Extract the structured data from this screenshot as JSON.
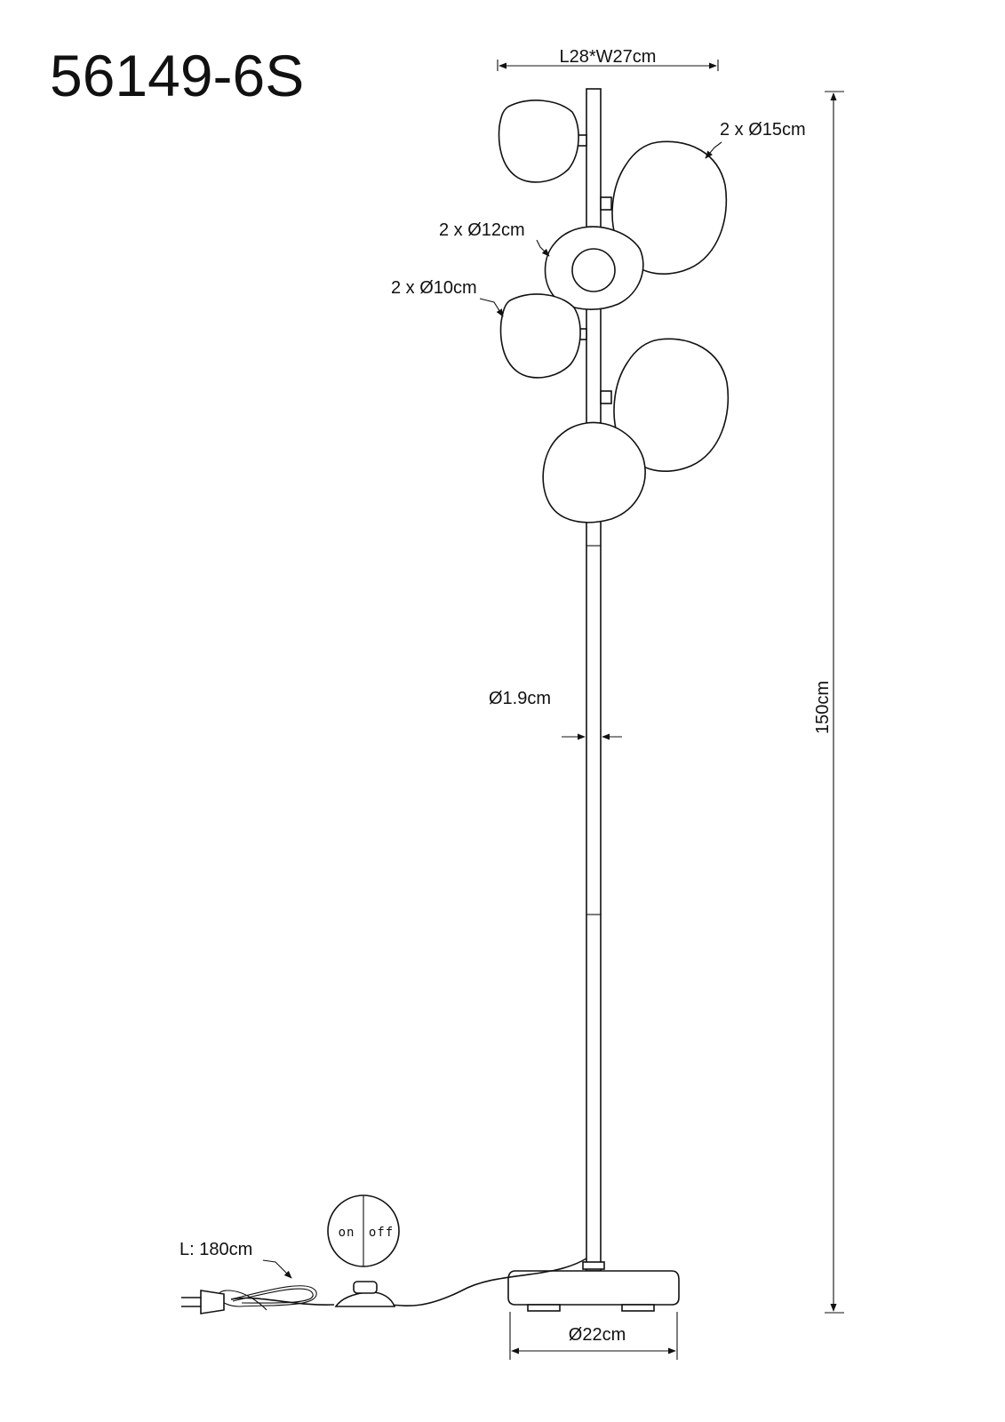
{
  "drawing": {
    "model_number": "56149-6S",
    "dimensions": {
      "footprint": "L28*W27cm",
      "globe_large": "2 x Ø15cm",
      "globe_medium": "2 x Ø12cm",
      "globe_small": "2 x Ø10cm",
      "pole_diameter": "Ø1.9cm",
      "height": "150cm",
      "base_diameter": "Ø22cm",
      "cable_length": "L: 180cm"
    },
    "switch": {
      "on_label": "on",
      "off_label": "off"
    }
  }
}
